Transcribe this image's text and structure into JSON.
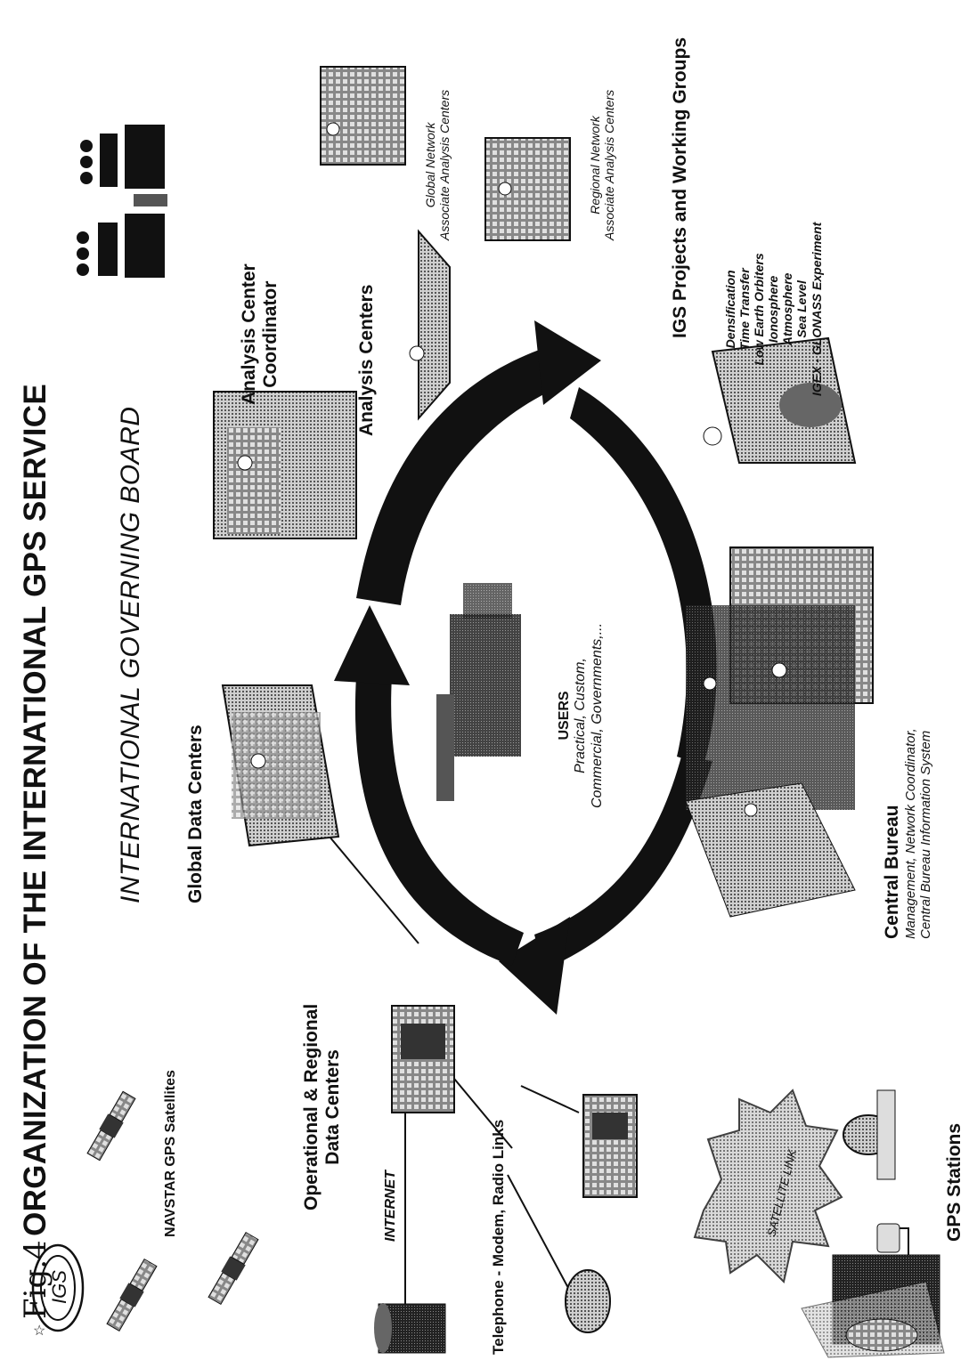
{
  "header": {
    "fig_label": "Fig.4",
    "title": "ORGANIZATION OF THE INTERNATIONAL GPS SERVICE",
    "logo_text": "IGS",
    "governing_board": "INTERNATIONAL GOVERNING BOARD"
  },
  "satellites": {
    "label": "NAVSTAR GPS Satellites"
  },
  "network": {
    "internet": "INTERNET",
    "links": "Telephone - Modem, Radio Links",
    "satellite_link": "SATELLITE LINK"
  },
  "data_centers": {
    "operational_line1": "Operational & Regional",
    "operational_line2": "Data Centers",
    "global": "Global Data Centers"
  },
  "stations": {
    "label": "GPS Stations"
  },
  "users": {
    "title": "USERS",
    "line1": "Practical, Custom,",
    "line2": "Commercial, Governments,..."
  },
  "central_bureau": {
    "title": "Central Bureau",
    "line1": "Management, Network Coordinator,",
    "line2": "Central Bureau Information System"
  },
  "analysis": {
    "coordinator_line1": "Analysis Center",
    "coordinator_line2": "Coordinator",
    "centers": "Analysis Centers",
    "global_line1": "Global Network",
    "global_line2": "Associate Analysis Centers",
    "regional_line1": "Regional Network",
    "regional_line2": "Associate Analysis Centers"
  },
  "projects": {
    "title": "IGS Projects and Working Groups",
    "items": [
      "Densification",
      "Time Transfer",
      "Low Earth Orbiters",
      "Ionosphere",
      "Atmosphere",
      "Sea Level",
      "IGEX - GLONASS Experiment"
    ]
  }
}
